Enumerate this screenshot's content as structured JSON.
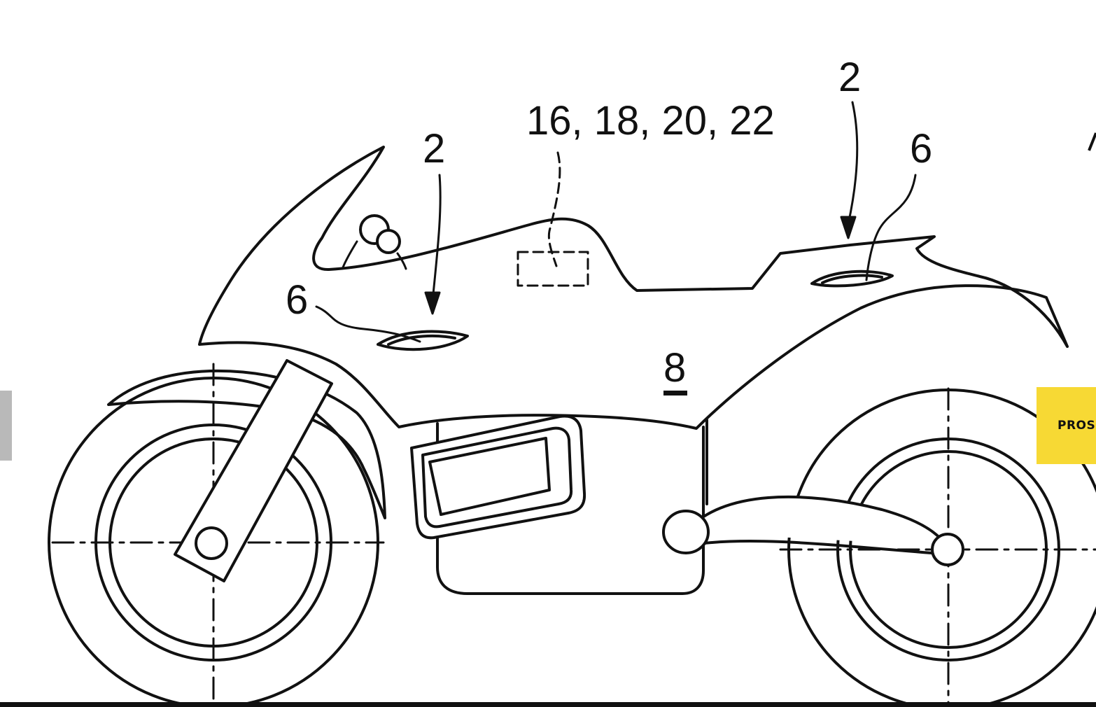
{
  "figure": {
    "labels": {
      "ref_2_front": "2",
      "ref_2_rear": "2",
      "ref_6_front": "6",
      "ref_6_rear": "6",
      "ref_components": "16, 18, 20, 22",
      "ref_8": "8"
    }
  },
  "overlay": {
    "side_tab_label": "PROS",
    "accent_color": "#f7d934",
    "left_tab_color": "#b9b9b9"
  }
}
